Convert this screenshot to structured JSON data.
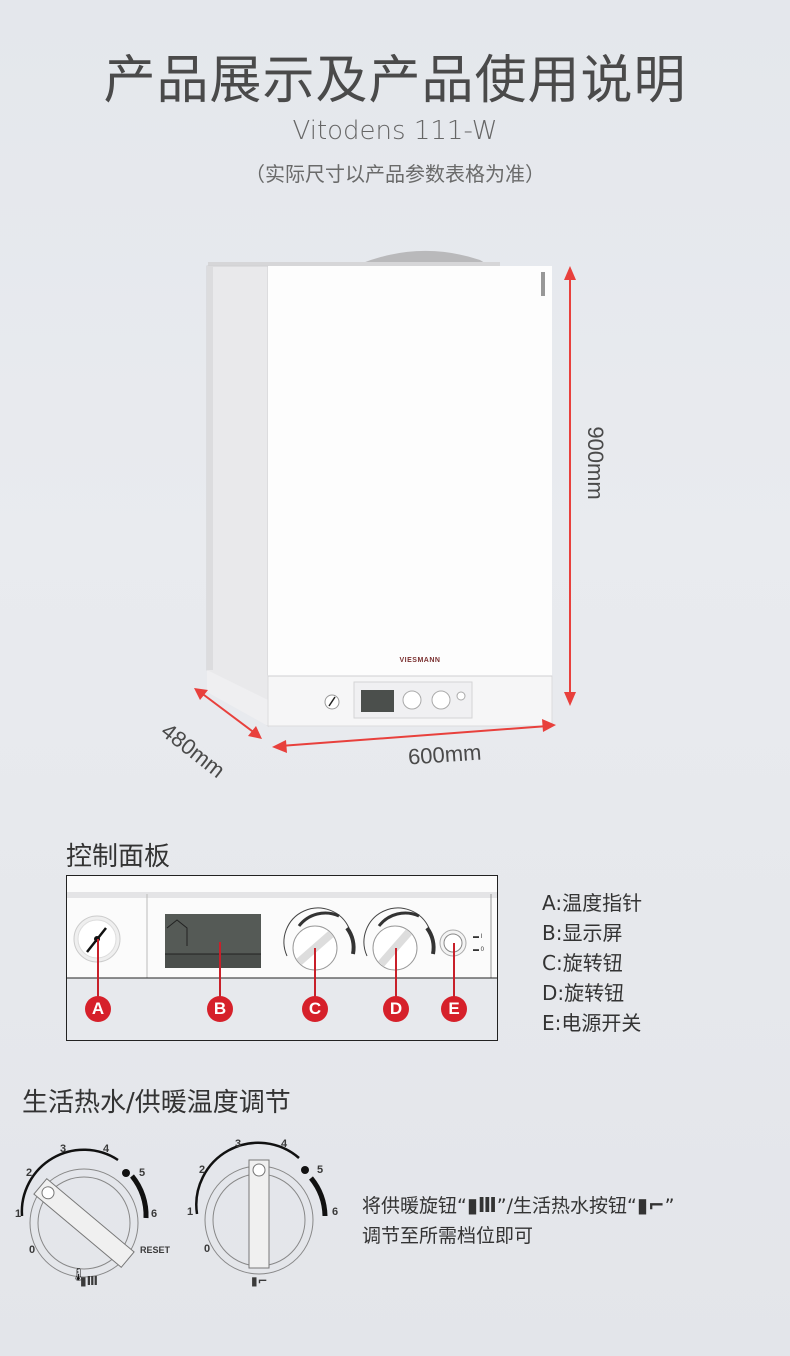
{
  "header": {
    "title": "产品展示及产品使用说明",
    "model": "Vitodens 111-W",
    "note": "（实际尺寸以产品参数表格为准）"
  },
  "product": {
    "brand_logo": "VIESMANN",
    "dimensions": {
      "height": "900mm",
      "width": "600mm",
      "depth": "480mm"
    },
    "colors": {
      "arrow": "#e8403c",
      "body": "#ffffff",
      "side": "#ececee"
    }
  },
  "control_panel": {
    "title": "控制面板",
    "markers": [
      "A",
      "B",
      "C",
      "D",
      "E"
    ],
    "legend": [
      {
        "key": "A",
        "label": "A:温度指针"
      },
      {
        "key": "B",
        "label": "B:显示屏"
      },
      {
        "key": "C",
        "label": "C:旋转钮"
      },
      {
        "key": "D",
        "label": "D:旋转钮"
      },
      {
        "key": "E",
        "label": "E:电源开关"
      }
    ],
    "switch_labels": [
      "I",
      "0"
    ],
    "reset_label": "reset",
    "marker_color": "#d6202a"
  },
  "adjustment": {
    "title": "生活热水/供暖温度调节",
    "dial_heating": {
      "ticks": [
        "0",
        "1",
        "2",
        "3",
        "4",
        "5",
        "6"
      ],
      "reset_label": "RESET",
      "icon": "thermometer-radiator-icon"
    },
    "dial_hot_water": {
      "ticks": [
        "0",
        "1",
        "2",
        "3",
        "4",
        "5",
        "6"
      ],
      "icon": "thermometer-tap-icon"
    },
    "instruction": {
      "part1": "将供暖旋钮",
      "part2": "/生活热水按钮",
      "line2": "调节至所需档位即可",
      "open_quote": "“",
      "close_quote": "”"
    }
  }
}
